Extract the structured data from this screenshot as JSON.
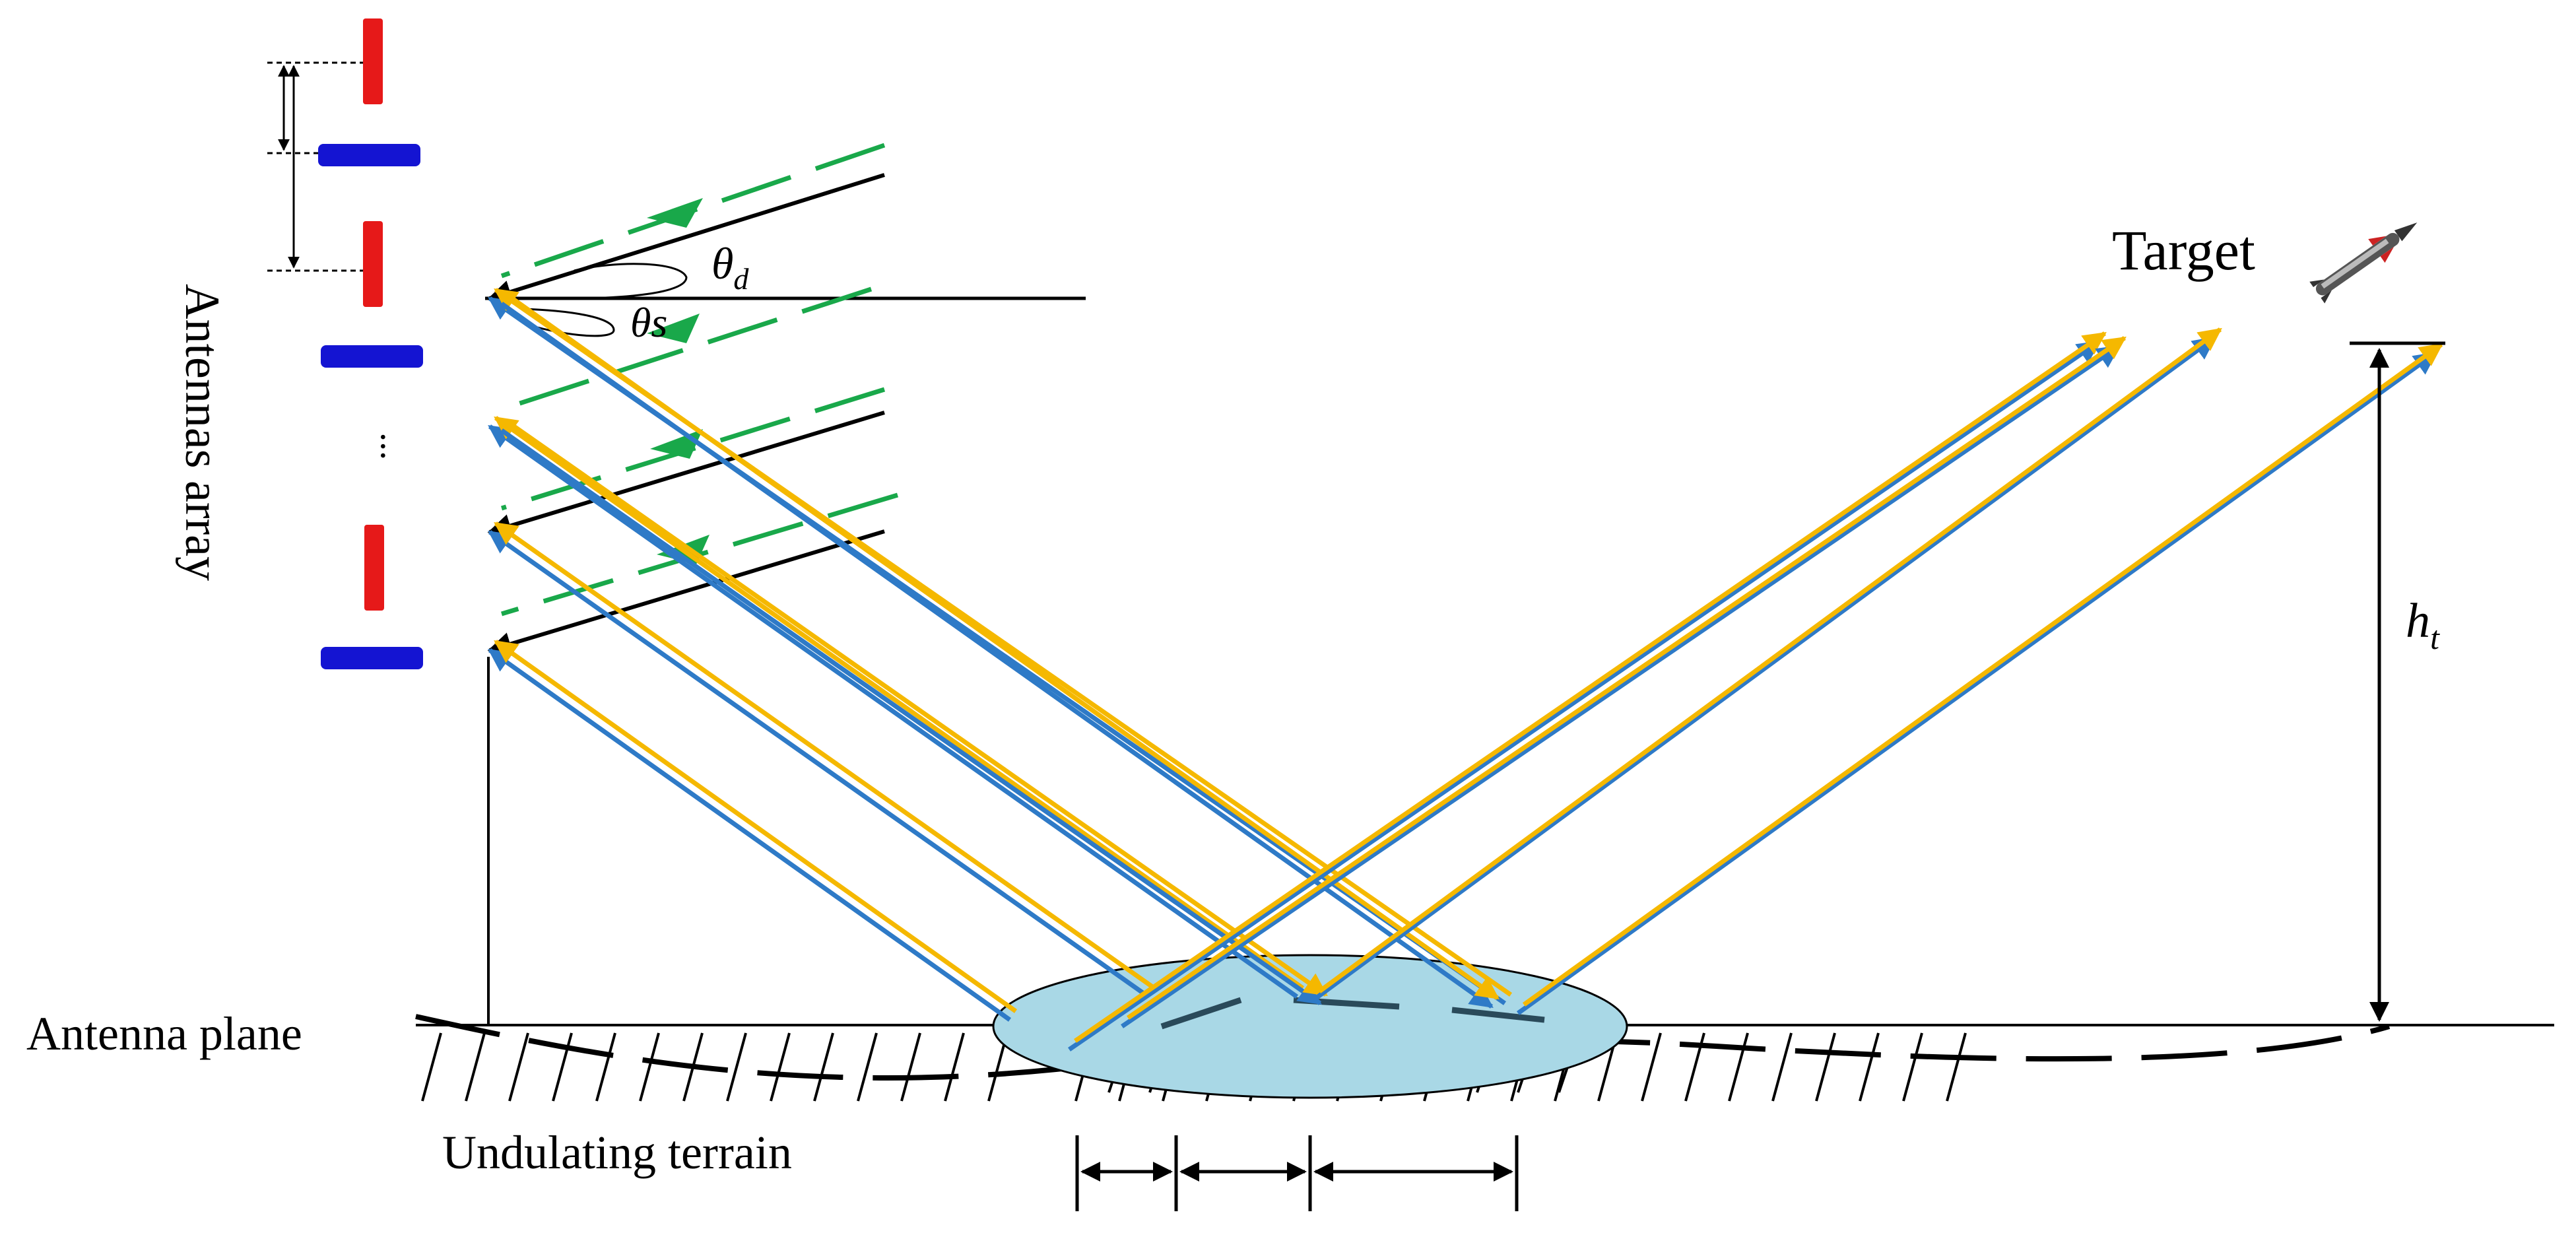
{
  "labels": {
    "antennas_array": "Antennas array",
    "target": "Target",
    "antenna_plane": "Antenna plane",
    "undulating_terrain": "Undulating terrain",
    "theta_d": "θ",
    "theta_d_sub": "d",
    "theta_s": "θs",
    "h_t": "h",
    "h_t_sub": "t",
    "ellipsis": "..."
  },
  "colors": {
    "antenna_vertical": "#e61919",
    "antenna_horizontal": "#1414d2",
    "ray_blue": "#2e7ac7",
    "ray_yellow": "#f5b800",
    "ray_green_dashed": "#19a84a",
    "black": "#000000",
    "scatter_ellipse": "#a9d8e6"
  }
}
